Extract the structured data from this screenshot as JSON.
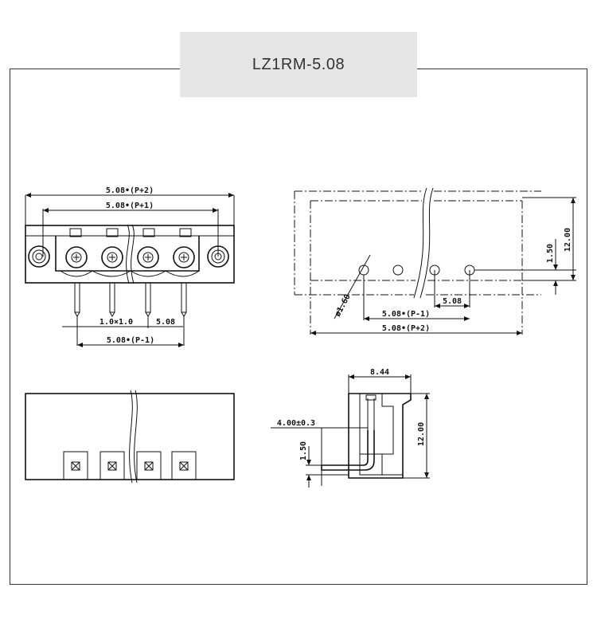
{
  "title": "LZ1RM-5.08",
  "dims": {
    "front_total": "5.08•(P+2)",
    "front_inner": "5.08•(P+1)",
    "pin_size": "1.0×1.0",
    "pitch": "5.08",
    "pin_span": "5.08•(P-1)",
    "top_hole": "ø1.60",
    "top_offset": "1.50",
    "top_height": "12.00",
    "top_pitch": "5.08",
    "top_span": "5.08•(P-1)",
    "top_total": "5.08•(P+2)",
    "side_width": "8.44",
    "side_pin_len": "4.00±0.3",
    "side_offset": "1.50",
    "side_height": "12.00"
  }
}
